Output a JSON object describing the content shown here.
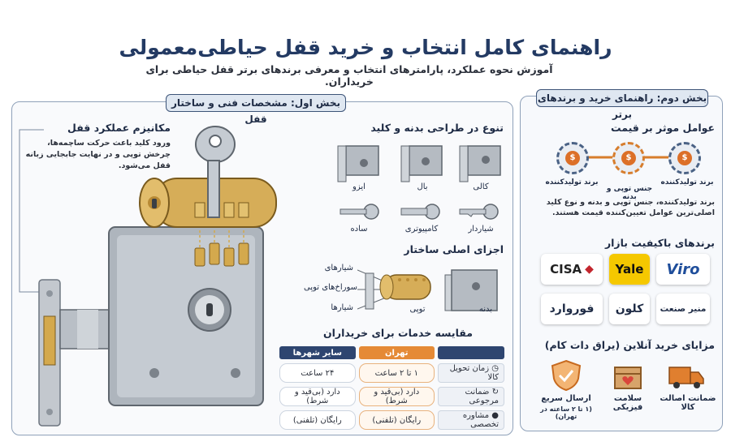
{
  "header": {
    "title": "راهنمای کامل انتخاب و خرید قفل حیاطی‌معمولی",
    "subtitle": "آموزش نحوه عملکرد، پارامترهای انتخاب و معرفی برندهای برتر قفل حیاطی برای خریداران."
  },
  "left": {
    "heading": "بخش اول: مشخصات فنی و ساختار قفل",
    "mechanism": {
      "title": "مکانیزم عملکرد قفل",
      "text": "ورود کلید باعث حرکت ساچمه‌ها، چرخش توپی و در نهایت جابجایی زبانه قفل می‌شود."
    },
    "variety": {
      "title": "تنوع در طراحی بدنه و کلید",
      "bodies": [
        "کالی",
        "بال",
        "ایزو"
      ],
      "keys": [
        "شیاردار",
        "کامپیوتری",
        "ساده"
      ]
    },
    "parts": {
      "title": "اجزای اصلی ساختار",
      "labels": [
        "شیارهای",
        "سوراخ‌های توپی",
        "شیارها"
      ],
      "cylinder": "توپی",
      "body": "بدنه"
    },
    "comparison": {
      "title": "مقایسه خدمات برای خریداران",
      "headers": [
        "",
        "تهران",
        "سایر شهرها"
      ],
      "rows": [
        {
          "label": "زمان تحویل کالا",
          "icon": "clock-icon",
          "tehran": "۱ تا ۲ ساعت",
          "other": "۲۴ ساعت"
        },
        {
          "label": "ضمانت مرجوعی",
          "icon": "return-icon",
          "tehran": "دارد (بی‌قید و شرط)",
          "other": "دارد (بی‌قید و شرط)"
        },
        {
          "label": "مشاوره تخصصی",
          "icon": "person-icon",
          "tehran": "رایگان (تلفنی)",
          "other": "رایگان (تلفنی)"
        }
      ]
    }
  },
  "right": {
    "heading": "بخش دوم: راهنمای خرید و برندهای برتر",
    "price": {
      "title": "عوامل موثر بر قیمت",
      "factors": [
        "برند تولیدکننده",
        "جنس توپی و بدنه",
        "برند تولیدکننده"
      ],
      "note": "برند تولیدکننده، جنس توپی و بدنه و نوع کلید اصلی‌ترین عوامل تعیین‌کننده قیمت هستند."
    },
    "brands": {
      "title": "برندهای باکیفیت بازار",
      "row1": [
        "CISA",
        "Yale",
        "Viro"
      ],
      "row2": [
        "فوروارد",
        "کلون",
        "منیر صنعت"
      ]
    },
    "online": {
      "title": "مزایای خرید آنلاین (یراق دات کام)",
      "items": [
        {
          "label": "ارسال سریع",
          "sub": "(۱ تا ۲ ساعته در تهران)",
          "icon": "shield-check-icon"
        },
        {
          "label": "سلامت فیزیکی",
          "sub": "",
          "icon": "box-heart-icon"
        },
        {
          "label": "ضمانت اصالت کالا",
          "sub": "",
          "icon": "truck-icon"
        }
      ]
    }
  },
  "colors": {
    "navy": "#233a63",
    "orange": "#e58a36",
    "brass": "#c99a3c",
    "steel": "#9aa3ad"
  }
}
